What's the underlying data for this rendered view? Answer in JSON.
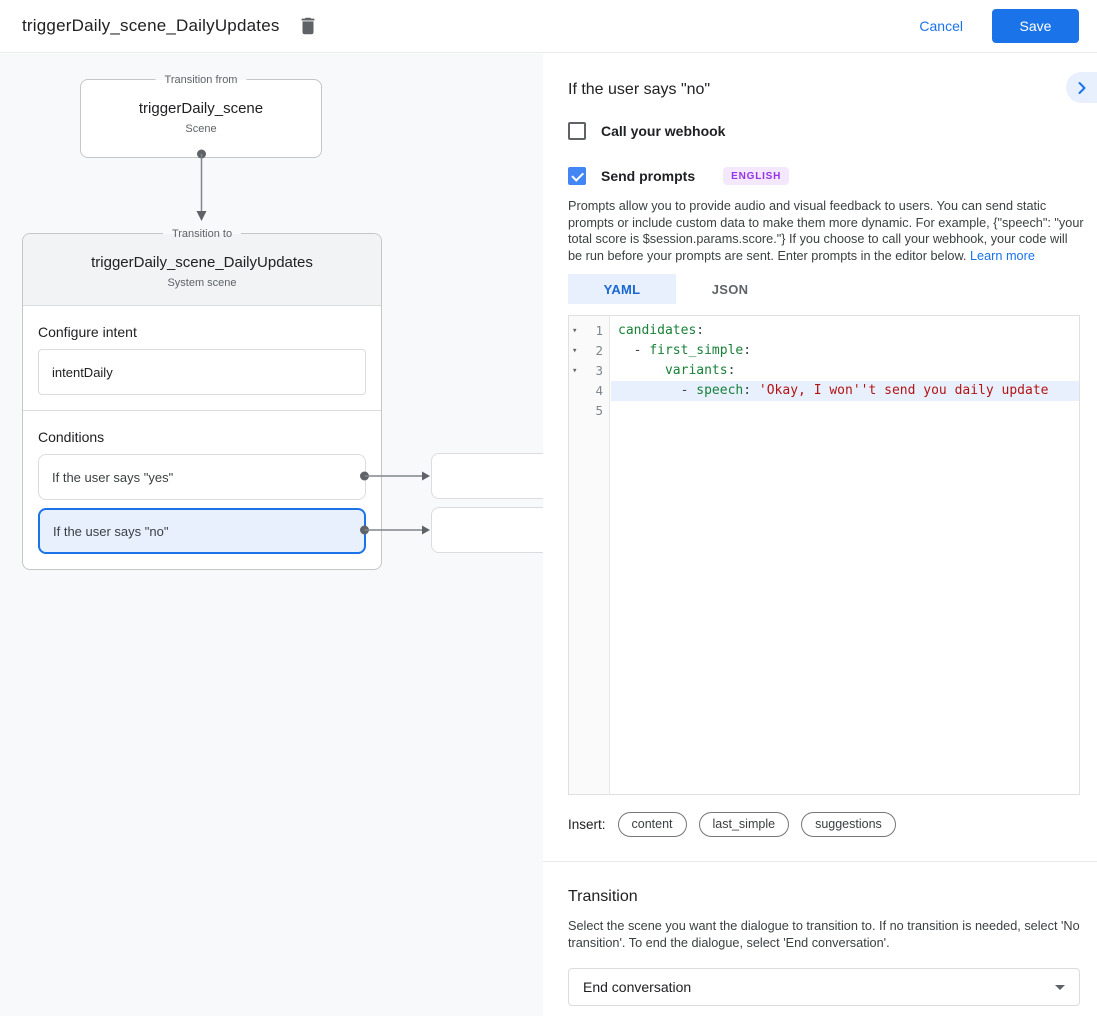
{
  "header": {
    "title": "triggerDaily_scene_DailyUpdates",
    "cancel_label": "Cancel",
    "save_label": "Save"
  },
  "diagram": {
    "from_box": {
      "legend": "Transition from",
      "name": "triggerDaily_scene",
      "type": "Scene"
    },
    "to_box": {
      "legend": "Transition to",
      "name": "triggerDaily_scene_DailyUpdates",
      "type": "System scene",
      "intent_label": "Configure intent",
      "intent_value": "intentDaily",
      "conditions_label": "Conditions",
      "conditions": [
        {
          "label": "If the user says \"yes\"",
          "selected": false
        },
        {
          "label": "If the user says \"no\"",
          "selected": true
        }
      ]
    }
  },
  "panel": {
    "title": "If the user says \"no\"",
    "webhook_label": "Call your webhook",
    "prompts_label": "Send prompts",
    "language_badge": "ENGLISH",
    "description": "Prompts allow you to provide audio and visual feedback to users. You can send static prompts or include custom data to make them more dynamic. For example, {\"speech\": \"your total score is $session.params.score.\"} If you choose to call your webhook, your code will be run before your prompts are sent. Enter prompts in the editor below. ",
    "learn_more": "Learn more",
    "tabs": [
      {
        "label": "YAML",
        "active": true
      },
      {
        "label": "JSON",
        "active": false
      }
    ],
    "editor": {
      "lines": [
        {
          "num": "1",
          "fold": true,
          "highlight": false,
          "tokens": [
            {
              "text": "candidates",
              "color": "key"
            },
            {
              "text": ":",
              "color": "plain"
            }
          ]
        },
        {
          "num": "2",
          "fold": true,
          "highlight": false,
          "tokens": [
            {
              "text": "  - ",
              "color": "plain"
            },
            {
              "text": "first_simple",
              "color": "key"
            },
            {
              "text": ":",
              "color": "plain"
            }
          ]
        },
        {
          "num": "3",
          "fold": true,
          "highlight": false,
          "tokens": [
            {
              "text": "      ",
              "color": "plain"
            },
            {
              "text": "variants",
              "color": "key"
            },
            {
              "text": ":",
              "color": "plain"
            }
          ]
        },
        {
          "num": "4",
          "fold": false,
          "highlight": true,
          "tokens": [
            {
              "text": "        - ",
              "color": "plain"
            },
            {
              "text": "speech",
              "color": "key"
            },
            {
              "text": ": ",
              "color": "plain"
            },
            {
              "text": "'Okay, I won''t send you daily update",
              "color": "string"
            }
          ]
        },
        {
          "num": "5",
          "fold": false,
          "highlight": false,
          "tokens": []
        }
      ]
    },
    "insert": {
      "label": "Insert:",
      "buttons": [
        "content",
        "last_simple",
        "suggestions"
      ]
    },
    "transition": {
      "title": "Transition",
      "description": "Select the scene you want the dialogue to transition to. If no transition is needed, select 'No transition'. To end the dialogue, select 'End conversation'.",
      "value": "End conversation"
    }
  },
  "colors": {
    "accent_blue": "#1a73e8",
    "selection_blue_bg": "#e8f0fe",
    "yaml_key_green": "#188038",
    "yaml_string_red": "#b31412",
    "badge_purple": "#9334e6",
    "badge_purple_bg": "#f3e8fd",
    "canvas_gray": "#f8f9fa"
  }
}
